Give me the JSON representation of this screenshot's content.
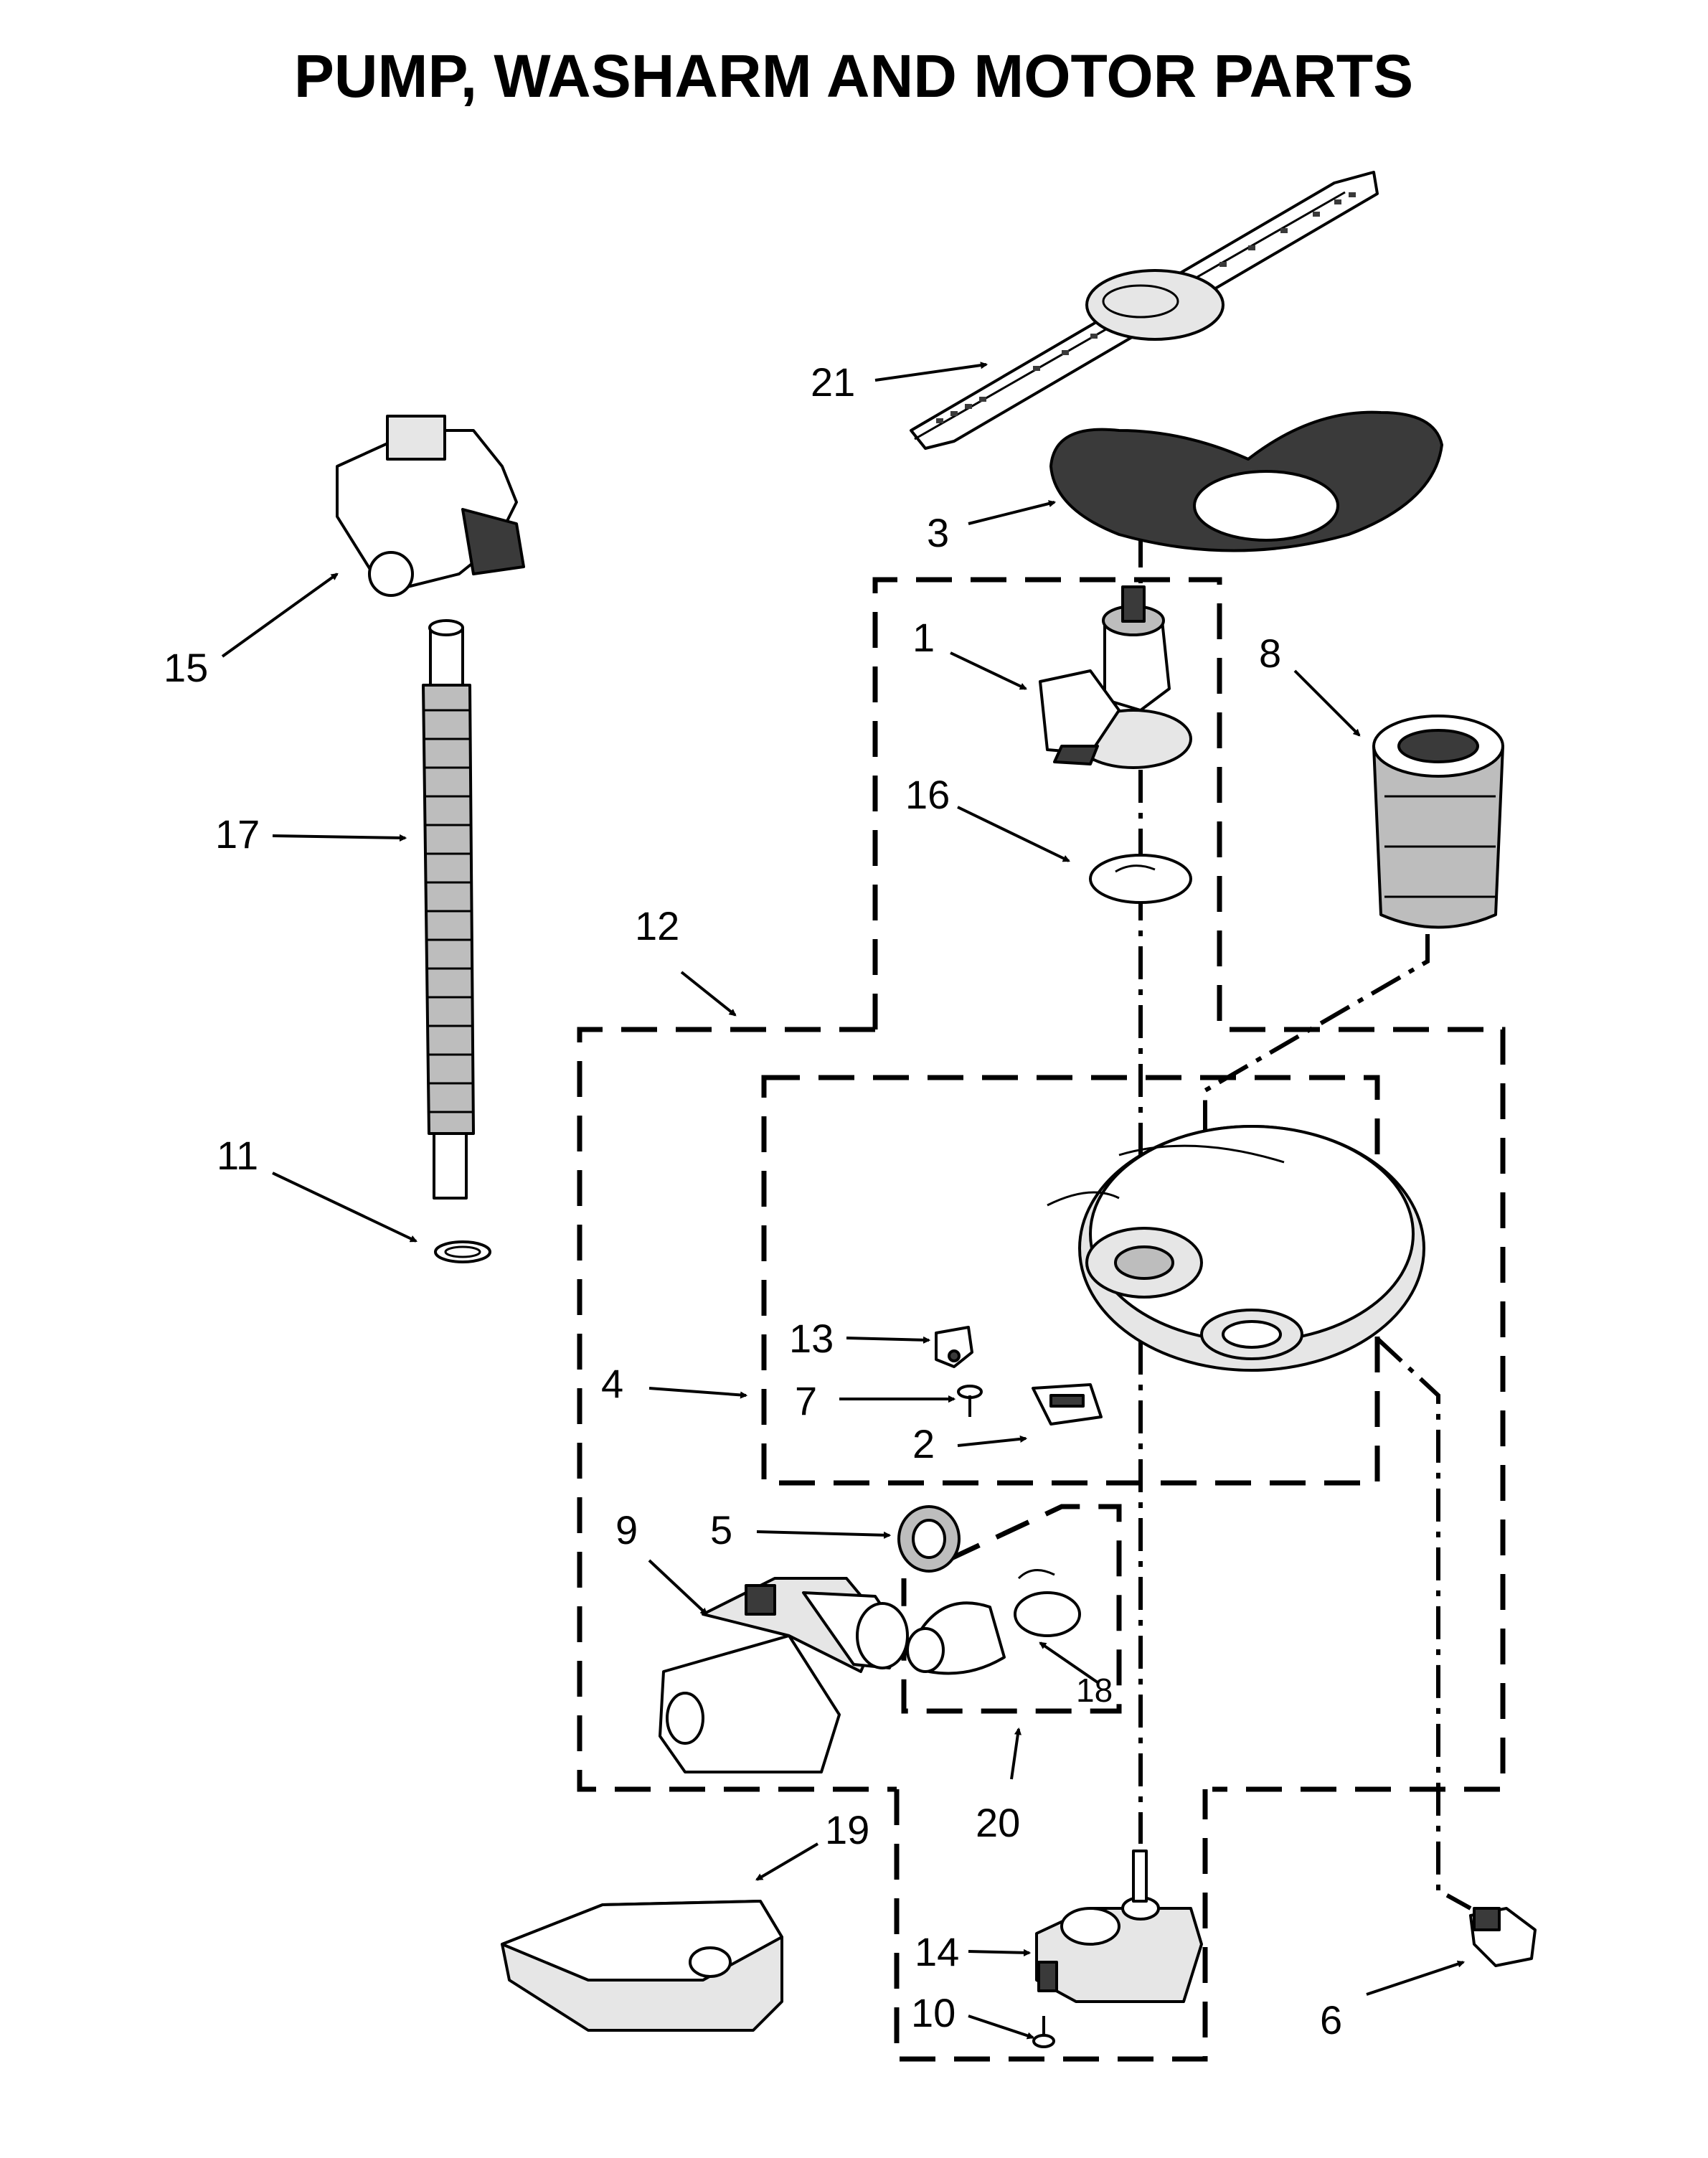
{
  "title": "PUMP, WASHARM AND MOTOR PARTS",
  "callouts": {
    "c1": "1",
    "c2": "2",
    "c3": "3",
    "c4": "4",
    "c5": "5",
    "c6": "6",
    "c7": "7",
    "c8": "8",
    "c9": "9",
    "c10": "10",
    "c11": "11",
    "c12": "12",
    "c13": "13",
    "c14": "14",
    "c15": "15",
    "c16": "16",
    "c17": "17",
    "c18": "18",
    "c19": "19",
    "c20": "20",
    "c21": "21"
  }
}
